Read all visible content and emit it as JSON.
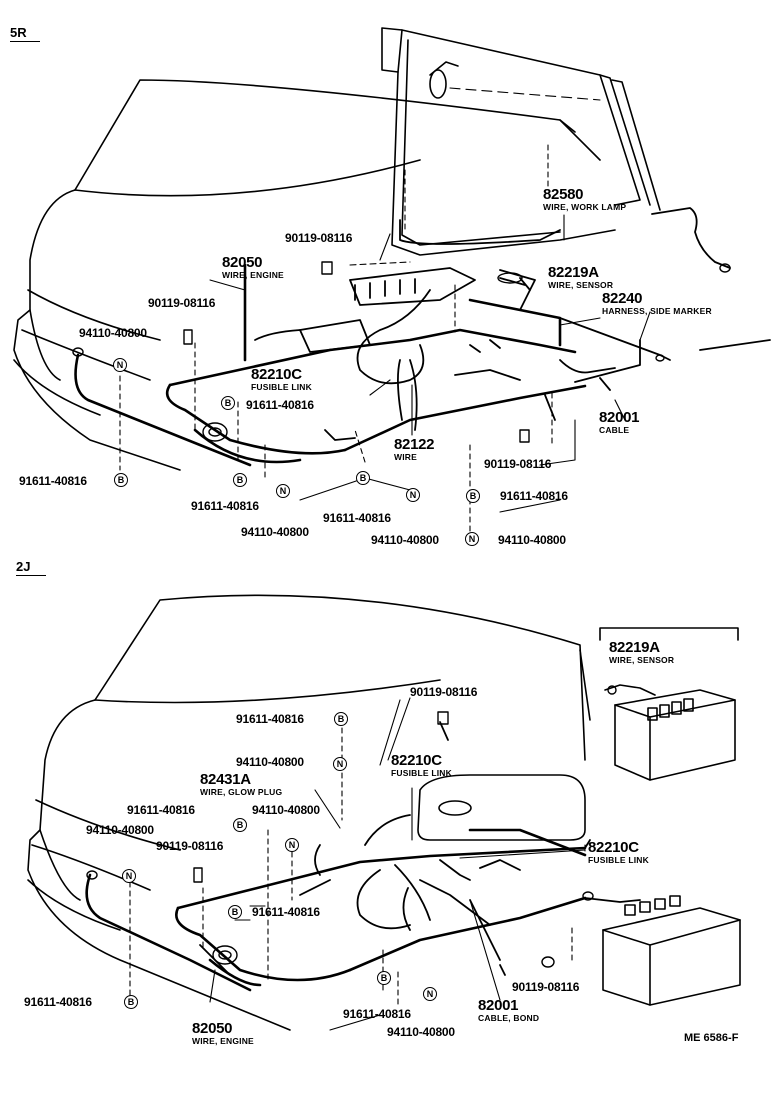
{
  "sections": [
    {
      "id": "5r",
      "title": "5R"
    },
    {
      "id": "2j",
      "title": "2J"
    }
  ],
  "parts_5r": {
    "p82580": {
      "number": "82580",
      "name": "WIRE, WORK LAMP"
    },
    "p90119_a": {
      "number": "90119-08116"
    },
    "p82050": {
      "number": "82050",
      "name": "WIRE, ENGINE"
    },
    "p82219a": {
      "number": "82219A",
      "name": "WIRE, SENSOR"
    },
    "p90119_b": {
      "number": "90119-08116"
    },
    "p82240": {
      "number": "82240",
      "name": "HARNESS, SIDE MARKER"
    },
    "p94110_a": {
      "number": "94110-40800"
    },
    "p82210c": {
      "number": "82210C",
      "name": "FUSIBLE LINK"
    },
    "p91611_a": {
      "number": "91611-40816"
    },
    "p82001": {
      "number": "82001",
      "name": "CABLE"
    },
    "p82122": {
      "number": "82122",
      "name": "WIRE"
    },
    "p90119_c": {
      "number": "90119-08116"
    },
    "p91611_b": {
      "number": "91611-40816"
    },
    "p91611_c": {
      "number": "91611-40816"
    },
    "p91611_d": {
      "number": "91611-40816"
    },
    "p91611_e": {
      "number": "91611-40816"
    },
    "p94110_b": {
      "number": "94110-40800"
    },
    "p94110_c": {
      "number": "94110-40800"
    },
    "p94110_d": {
      "number": "94110-40800"
    }
  },
  "parts_2j": {
    "p82219a": {
      "number": "82219A",
      "name": "WIRE, SENSOR"
    },
    "p90119_a": {
      "number": "90119-08116"
    },
    "p91611_a": {
      "number": "91611-40816"
    },
    "p82210c_a": {
      "number": "82210C",
      "name": "FUSIBLE LINK"
    },
    "p94110_a": {
      "number": "94110-40800"
    },
    "p82431a": {
      "number": "82431A",
      "name": "WIRE, GLOW PLUG"
    },
    "p91611_b": {
      "number": "91611-40816"
    },
    "p94110_b": {
      "number": "94110-40800"
    },
    "p94110_c": {
      "number": "94110-40800"
    },
    "p82210c_b": {
      "number": "82210C",
      "name": "FUSIBLE LINK"
    },
    "p90119_b": {
      "number": "90119-08116"
    },
    "p91611_c": {
      "number": "91611-40816"
    },
    "p90119_c": {
      "number": "90119-08116"
    },
    "p91611_d": {
      "number": "91611-40816"
    },
    "p82001": {
      "number": "82001",
      "name": "CABLE, BOND"
    },
    "p91611_e": {
      "number": "91611-40816"
    },
    "p94110_d": {
      "number": "94110-40800"
    },
    "p82050": {
      "number": "82050",
      "name": "WIRE, ENGINE"
    }
  },
  "symbols": {
    "bolt": "B",
    "nut": "N"
  },
  "footer": {
    "ref": "ME 6586-F"
  }
}
